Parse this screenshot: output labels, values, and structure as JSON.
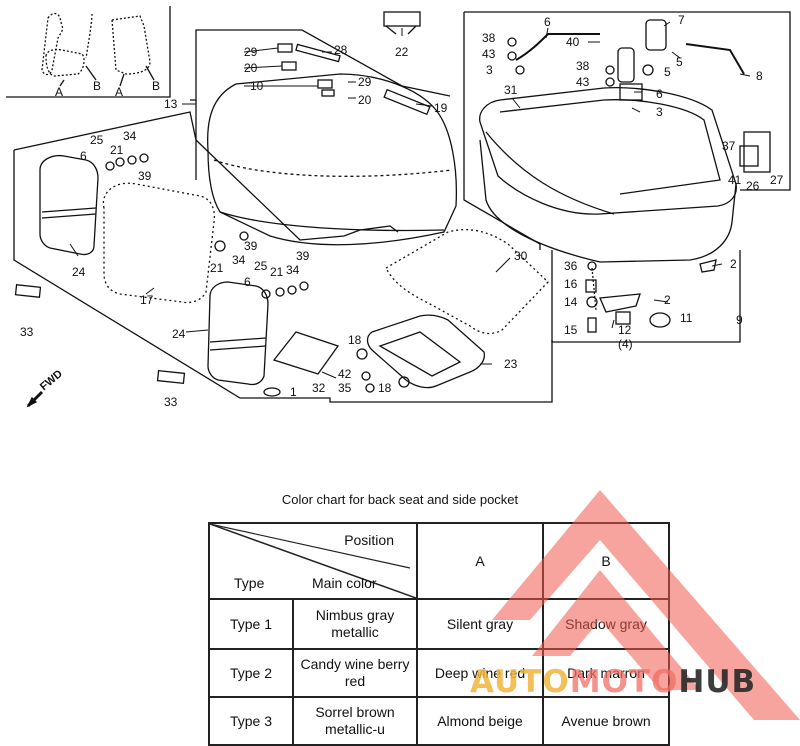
{
  "diagram": {
    "fwd_label": "FWD",
    "callouts": [
      {
        "id": "A1",
        "text": "A"
      },
      {
        "id": "B1",
        "text": "B"
      },
      {
        "id": "A2",
        "text": "A"
      },
      {
        "id": "B2",
        "text": "B"
      },
      {
        "id": "c13",
        "text": "13"
      },
      {
        "id": "c29a",
        "text": "29"
      },
      {
        "id": "c20a",
        "text": "20"
      },
      {
        "id": "c28",
        "text": "28"
      },
      {
        "id": "c10",
        "text": "10"
      },
      {
        "id": "c29b",
        "text": "29"
      },
      {
        "id": "c20b",
        "text": "20"
      },
      {
        "id": "c22",
        "text": "22"
      },
      {
        "id": "c19",
        "text": "19"
      },
      {
        "id": "c25a",
        "text": "25"
      },
      {
        "id": "c34a",
        "text": "34"
      },
      {
        "id": "c6a",
        "text": "6"
      },
      {
        "id": "c21a",
        "text": "21"
      },
      {
        "id": "c39a",
        "text": "39"
      },
      {
        "id": "c24a",
        "text": "24"
      },
      {
        "id": "c17",
        "text": "17"
      },
      {
        "id": "c21b",
        "text": "21"
      },
      {
        "id": "c34b",
        "text": "34"
      },
      {
        "id": "c39b",
        "text": "39"
      },
      {
        "id": "c25b",
        "text": "25"
      },
      {
        "id": "c6b",
        "text": "6"
      },
      {
        "id": "c21c",
        "text": "21"
      },
      {
        "id": "c34c",
        "text": "34"
      },
      {
        "id": "c39c",
        "text": "39"
      },
      {
        "id": "c33a",
        "text": "33"
      },
      {
        "id": "c24b",
        "text": "24"
      },
      {
        "id": "c30",
        "text": "30"
      },
      {
        "id": "c18a",
        "text": "18"
      },
      {
        "id": "c32",
        "text": "32"
      },
      {
        "id": "c42",
        "text": "42"
      },
      {
        "id": "c35",
        "text": "35"
      },
      {
        "id": "c18b",
        "text": "18"
      },
      {
        "id": "c1",
        "text": "1"
      },
      {
        "id": "c33b",
        "text": "33"
      },
      {
        "id": "c23",
        "text": "23"
      },
      {
        "id": "c38a",
        "text": "38"
      },
      {
        "id": "c43a",
        "text": "43"
      },
      {
        "id": "c3a",
        "text": "3"
      },
      {
        "id": "c6c",
        "text": "6"
      },
      {
        "id": "c40",
        "text": "40"
      },
      {
        "id": "c7",
        "text": "7"
      },
      {
        "id": "c5a",
        "text": "5"
      },
      {
        "id": "c8",
        "text": "8"
      },
      {
        "id": "c38b",
        "text": "38"
      },
      {
        "id": "c43b",
        "text": "43"
      },
      {
        "id": "c5b",
        "text": "5"
      },
      {
        "id": "c31",
        "text": "31"
      },
      {
        "id": "c6d",
        "text": "6"
      },
      {
        "id": "c3b",
        "text": "3"
      },
      {
        "id": "c37",
        "text": "37"
      },
      {
        "id": "c41",
        "text": "41"
      },
      {
        "id": "c26",
        "text": "26"
      },
      {
        "id": "c27",
        "text": "27"
      },
      {
        "id": "c36",
        "text": "36"
      },
      {
        "id": "c16",
        "text": "16"
      },
      {
        "id": "c14",
        "text": "14"
      },
      {
        "id": "c15",
        "text": "15"
      },
      {
        "id": "c2a",
        "text": "2"
      },
      {
        "id": "c2b",
        "text": "2"
      },
      {
        "id": "c12",
        "text": "12"
      },
      {
        "id": "c11",
        "text": "11"
      },
      {
        "id": "c4",
        "text": "(4)"
      },
      {
        "id": "c9",
        "text": "9"
      }
    ]
  },
  "color_chart": {
    "title": "Color chart for back seat and side pocket",
    "header": {
      "position": "Position",
      "type": "Type",
      "main_color": "Main color",
      "col_a": "A",
      "col_b": "B"
    },
    "rows": [
      {
        "type": "Type 1",
        "main_color": "Nimbus gray metallic",
        "a": "Silent gray",
        "b": "Shadow gray"
      },
      {
        "type": "Type 2",
        "main_color": "Candy wine berry red",
        "a": "Deep wine red",
        "b": "Dark marron"
      },
      {
        "type": "Type 3",
        "main_color": "Sorrel brown metallic-u",
        "a": "Almond beige",
        "b": "Avenue brown"
      }
    ]
  },
  "watermark": {
    "auto": "AUTO",
    "moto": "MOTO",
    "hub": "HUB"
  }
}
